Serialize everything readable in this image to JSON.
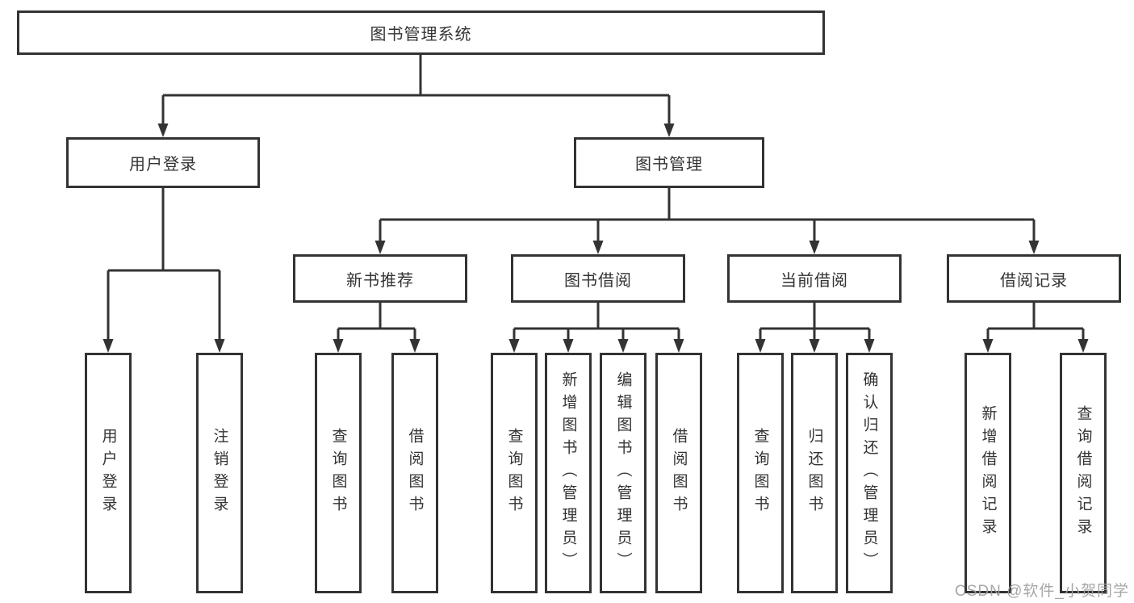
{
  "nodes": {
    "root": {
      "label": "图书管理系统"
    },
    "level2": [
      {
        "label": "用户登录"
      },
      {
        "label": "图书管理"
      }
    ],
    "level3": [
      {
        "label": "新书推荐",
        "parent": "图书管理"
      },
      {
        "label": "图书借阅",
        "parent": "图书管理"
      },
      {
        "label": "当前借阅",
        "parent": "图书管理"
      },
      {
        "label": "借阅记录",
        "parent": "图书管理"
      }
    ],
    "leaves": [
      {
        "label": "用户登录",
        "parent": "用户登录"
      },
      {
        "label": "注销登录",
        "parent": "用户登录"
      },
      {
        "label": "查询图书",
        "parent": "新书推荐"
      },
      {
        "label": "借阅图书",
        "parent": "新书推荐"
      },
      {
        "label": "查询图书",
        "parent": "图书借阅"
      },
      {
        "label": "新增图书（管理员）",
        "parent": "图书借阅"
      },
      {
        "label": "编辑图书（管理员）",
        "parent": "图书借阅"
      },
      {
        "label": "借阅图书",
        "parent": "图书借阅"
      },
      {
        "label": "查询图书",
        "parent": "当前借阅"
      },
      {
        "label": "归还图书",
        "parent": "当前借阅"
      },
      {
        "label": "确认归还（管理员）",
        "parent": "当前借阅"
      },
      {
        "label": "新增借阅记录",
        "parent": "借阅记录"
      },
      {
        "label": "查询借阅记录",
        "parent": "借阅记录"
      }
    ]
  },
  "watermark": {
    "text": "CSDN @软件_小贺同学"
  },
  "colors": {
    "line": "#333333",
    "box_fill": "#ffffff",
    "text": "#333333",
    "watermark": "#9e9e9e"
  }
}
